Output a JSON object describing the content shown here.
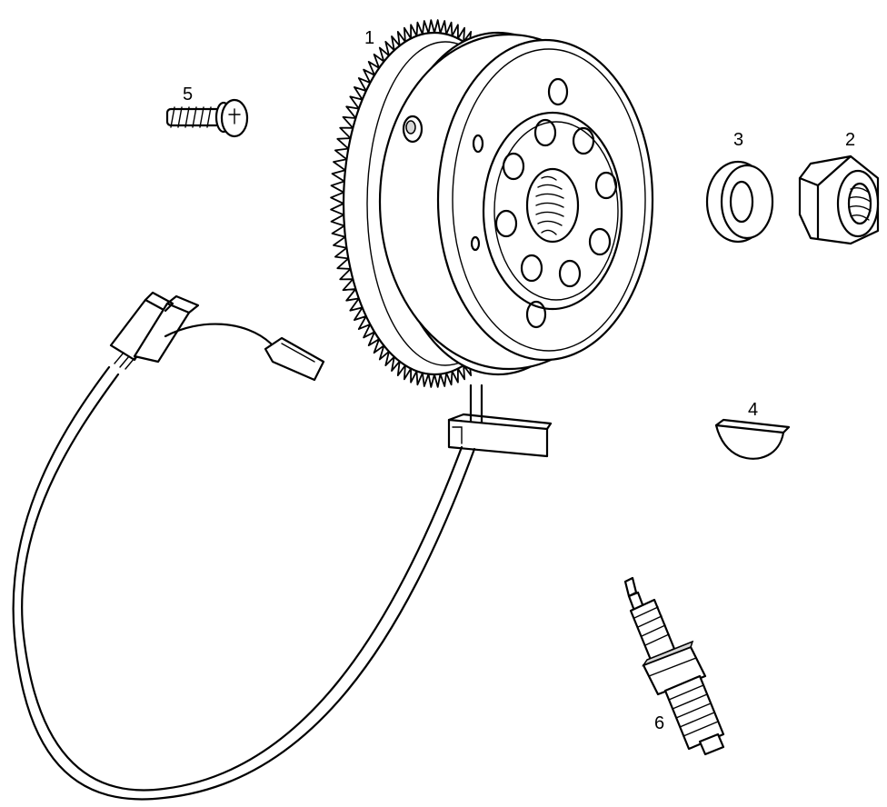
{
  "callouts": {
    "flywheel": "1",
    "nut": "2",
    "washer": "3",
    "woodruff_key": "4",
    "screw": "5",
    "spark_plug": "6"
  }
}
